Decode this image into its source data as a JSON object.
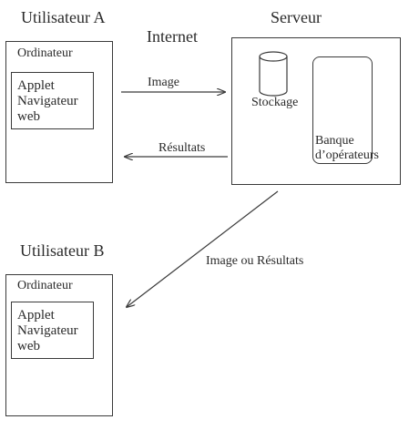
{
  "user_a": {
    "title": "Utilisateur A",
    "computer_label": "Ordinateur",
    "browser": {
      "line1": "Applet",
      "line2": "Navigateur",
      "line3": "web"
    }
  },
  "internet_label": "Internet",
  "server": {
    "title": "Serveur",
    "storage_label": "Stockage",
    "bank_line1": "Banque",
    "bank_line2": "d’opérateurs"
  },
  "arrows": {
    "image_label": "Image",
    "results_label": "Résultats",
    "image_or_results_label": "Image ou  Résultats"
  },
  "user_b": {
    "title": "Utilisateur B",
    "computer_label": "Ordinateur",
    "browser": {
      "line1": "Applet",
      "line2": "Navigateur",
      "line3": "web"
    }
  }
}
